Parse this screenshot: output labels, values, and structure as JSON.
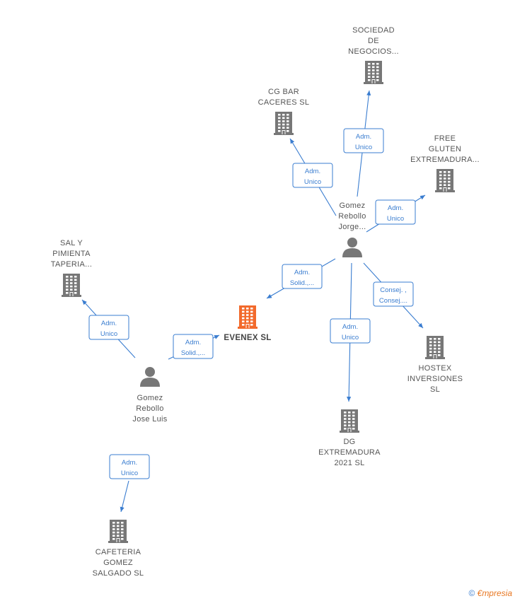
{
  "colors": {
    "company": "#777777",
    "focus": "#f26a2c",
    "person": "#777777",
    "edge": "#3a7dd0"
  },
  "nodes": [
    {
      "id": "evenex",
      "type": "company",
      "focus": true,
      "lines": [
        "EVENEX  SL"
      ]
    },
    {
      "id": "gomez_jorge",
      "type": "person",
      "lines": [
        "Gomez",
        "Rebollo",
        "Jorge..."
      ]
    },
    {
      "id": "gomez_jose",
      "type": "person",
      "lines": [
        "Gomez",
        "Rebollo",
        "Jose Luis"
      ]
    },
    {
      "id": "sociedad",
      "type": "company",
      "lines": [
        "SOCIEDAD",
        "DE",
        "NEGOCIOS..."
      ]
    },
    {
      "id": "cgbar",
      "type": "company",
      "lines": [
        "CG BAR",
        "CACERES  SL"
      ]
    },
    {
      "id": "free",
      "type": "company",
      "lines": [
        "FREE",
        "GLUTEN",
        "EXTREMADURA..."
      ]
    },
    {
      "id": "sal",
      "type": "company",
      "lines": [
        "SAL Y",
        "PIMIENTA",
        "TAPERIA..."
      ]
    },
    {
      "id": "hostex",
      "type": "company",
      "lines": [
        "HOSTEX",
        "INVERSIONES",
        "SL"
      ]
    },
    {
      "id": "dg",
      "type": "company",
      "lines": [
        "DG",
        "EXTREMADURA",
        "2021  SL"
      ]
    },
    {
      "id": "cafeteria",
      "type": "company",
      "lines": [
        "CAFETERIA",
        "GOMEZ",
        "SALGADO  SL"
      ]
    }
  ],
  "edges": [
    {
      "from": "gomez_jorge",
      "to": "sociedad",
      "label": [
        "Adm.",
        "Unico"
      ]
    },
    {
      "from": "gomez_jorge",
      "to": "cgbar",
      "label": [
        "Adm.",
        "Unico"
      ]
    },
    {
      "from": "gomez_jorge",
      "to": "free",
      "label": [
        "Adm.",
        "Unico"
      ]
    },
    {
      "from": "gomez_jorge",
      "to": "evenex",
      "label": [
        "Adm.",
        "Solid.,..."
      ]
    },
    {
      "from": "gomez_jorge",
      "to": "hostex",
      "label": [
        "Consej. ,",
        "Consej...."
      ]
    },
    {
      "from": "gomez_jorge",
      "to": "dg",
      "label": [
        "Adm.",
        "Unico"
      ]
    },
    {
      "from": "gomez_jose",
      "to": "sal",
      "label": [
        "Adm.",
        "Unico"
      ]
    },
    {
      "from": "gomez_jose",
      "to": "evenex",
      "label": [
        "Adm.",
        "Solid.,..."
      ]
    },
    {
      "from": "gomez_jose",
      "to": "cafeteria",
      "label": [
        "Adm.",
        "Unico"
      ]
    }
  ],
  "footer": {
    "copyright": "©",
    "brand_initial": "€",
    "brand_rest": "mpresia"
  }
}
